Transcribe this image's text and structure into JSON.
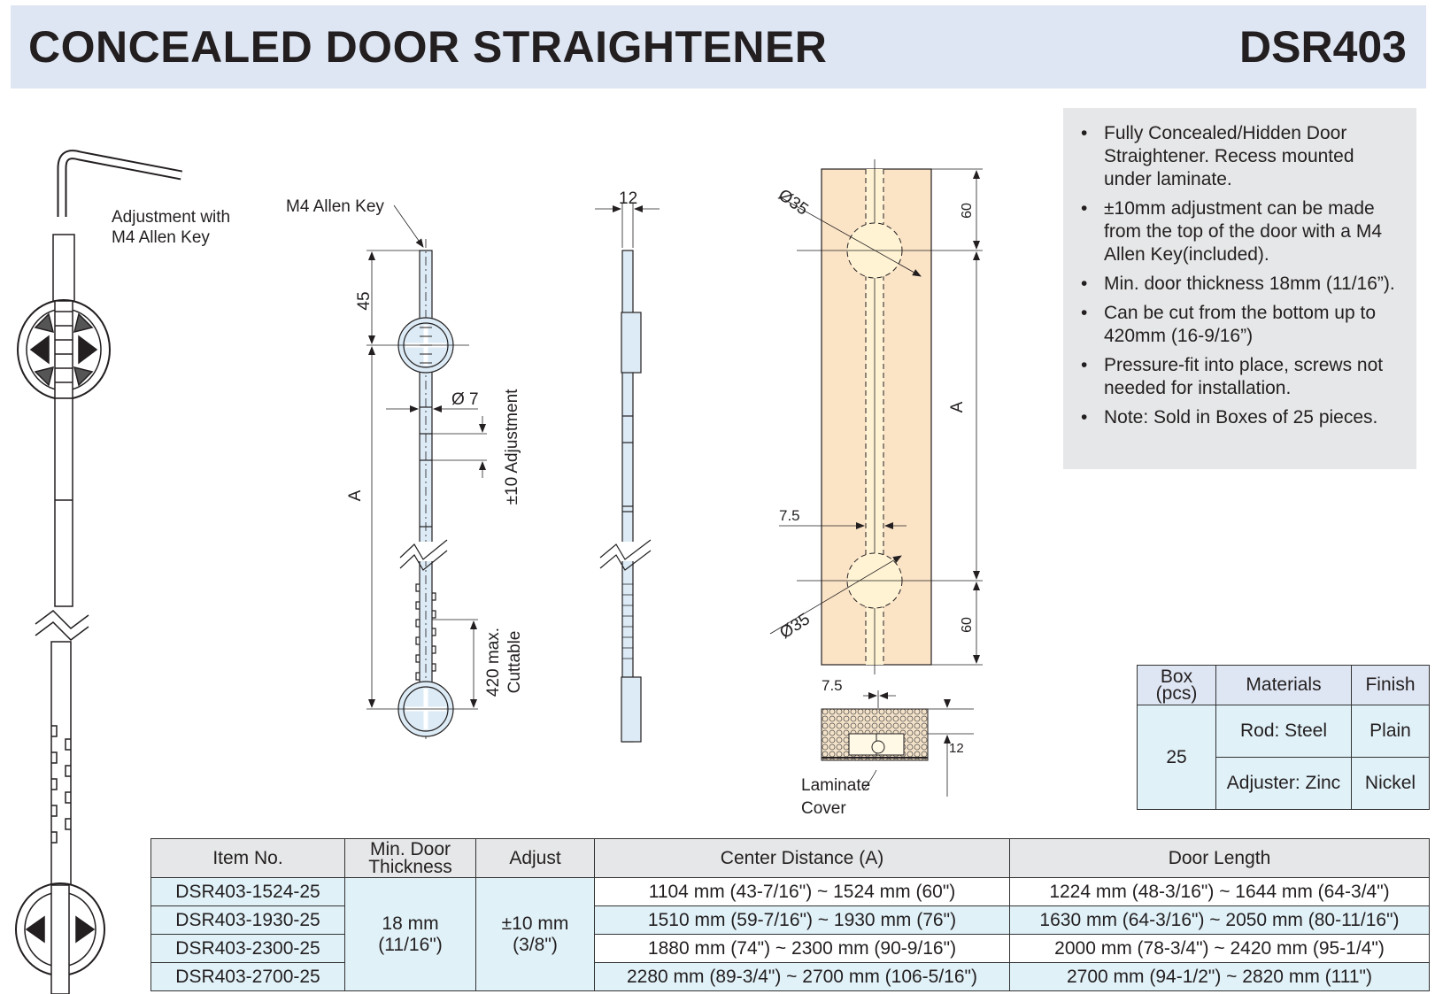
{
  "header": {
    "title": "CONCEALED DOOR STRAIGHTENER",
    "code": "DSR403"
  },
  "features": [
    "Fully Concealed/Hidden Door Straightener.  Recess mounted under laminate.",
    "±10mm adjustment can be made from the top of the door with a M4 Allen Key(included).",
    "Min. door thickness 18mm (11/16”).",
    "Can be cut from the bottom up to 420mm (16-9/16”)",
    "Pressure-fit into place, screws not needed for installation.",
    "Note: Sold in Boxes of 25 pieces."
  ],
  "drawing": {
    "adjust_caption_1": "Adjustment with",
    "adjust_caption_2": "M4 Allen Key",
    "allen_key": "M4 Allen Key",
    "dim_45": "45",
    "dim_A": "A",
    "dim_dia7": "Ø 7",
    "dim_adjust": "±10 Adjustment",
    "dim_cut_1": "420 max.",
    "dim_cut_2": "Cuttable",
    "dim_12": "12",
    "dim_dia35": "Ø35",
    "dim_60": "60",
    "dim_7_5": "7.5",
    "laminate_1": "Laminate",
    "laminate_2": "Cover"
  },
  "materials_table": {
    "headers": [
      "Box (pcs)",
      "Materials",
      "Finish"
    ],
    "box_line1": "Box",
    "box_line2": "(pcs)",
    "box_qty": "25",
    "rows": [
      {
        "material": "Rod: Steel",
        "finish": "Plain"
      },
      {
        "material": "Adjuster: Zinc",
        "finish": "Nickel"
      }
    ]
  },
  "items_table": {
    "headers": [
      "Item No.",
      "Min. Door Thickness",
      "Adjust",
      "Center Distance (A)",
      "Door Length"
    ],
    "thickness_h1": "Min. Door",
    "thickness_h2": "Thickness",
    "thickness_1": "18 mm",
    "thickness_2": "(11/16\")",
    "adjust_1": "±10 mm",
    "adjust_2": "(3/8\")",
    "rows": [
      {
        "item": "DSR403-1524-25",
        "center": "1104 mm (43-7/16\") ~ 1524 mm (60\")",
        "length": "1224 mm (48-3/16\") ~ 1644 mm (64-3/4\")"
      },
      {
        "item": "DSR403-1930-25",
        "center": "1510 mm (59-7/16\") ~ 1930 mm (76\")",
        "length": "1630 mm (64-3/16\") ~ 2050 mm (80-11/16\")"
      },
      {
        "item": "DSR403-2300-25",
        "center": "1880 mm (74\") ~ 2300 mm (90-9/16\")",
        "length": "2000 mm (78-3/4\") ~ 2420 mm (95-1/4\")"
      },
      {
        "item": "DSR403-2700-25",
        "center": "2280 mm (89-3/4\") ~ 2700 mm (106-5/16\")",
        "length": "2700 mm (94-1/2\") ~ 2820 mm (111\")"
      }
    ]
  }
}
